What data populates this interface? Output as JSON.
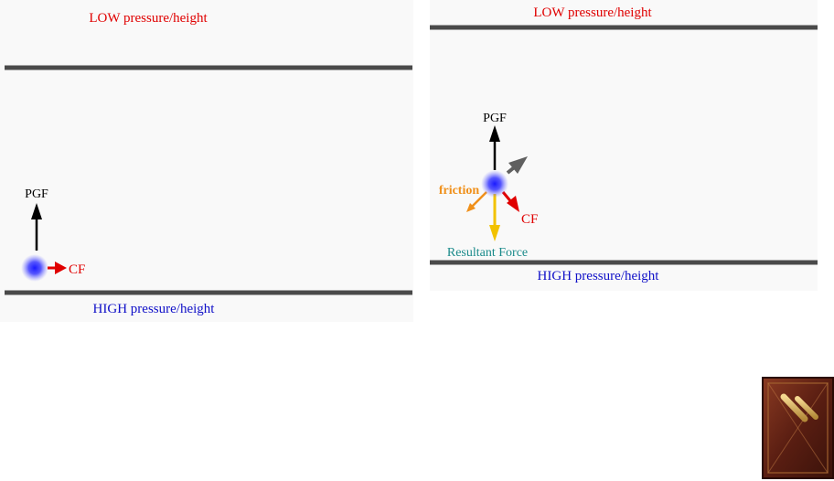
{
  "colors": {
    "low_label": "#e00000",
    "high_label": "#1010c8",
    "pgf_arrow": "#000000",
    "cf_arrow": "#e00000",
    "friction": "#f0901a",
    "resultant": "#f2c200",
    "resultant_label": "#1a8a8a",
    "wind_arrow": "#606060",
    "isobar": "#4a4a4a",
    "panel_bg": "#f9f9f9",
    "parcel": "#1a1aff"
  },
  "left_panel": {
    "low_label": "LOW pressure/height",
    "high_label": "HIGH pressure/height",
    "pgf_label": "PGF",
    "cf_label": "CF"
  },
  "right_panel": {
    "low_label": "LOW pressure/height",
    "high_label": "HIGH pressure/height",
    "pgf_label": "PGF",
    "cf_label": "CF",
    "friction_label": "friction",
    "resultant_label": "Resultant Force"
  },
  "logo": {
    "icon": "rune-tile-icon"
  }
}
